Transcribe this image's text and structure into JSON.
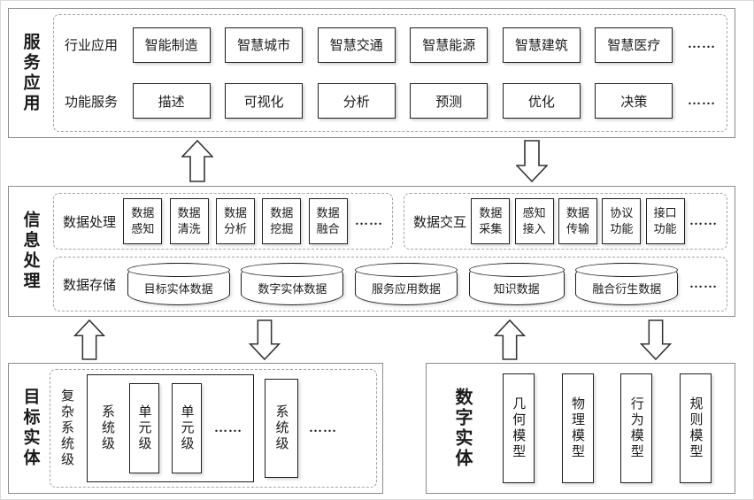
{
  "ellipsis": "……",
  "service": {
    "side_label": "服务应用",
    "industry": {
      "label": "行业应用",
      "items": [
        "智能制造",
        "智慧城市",
        "智慧交通",
        "智慧能源",
        "智慧建筑",
        "智慧医疗"
      ]
    },
    "function": {
      "label": "功能服务",
      "items": [
        "描述",
        "可视化",
        "分析",
        "预测",
        "优化",
        "决策"
      ]
    }
  },
  "info": {
    "side_label": "信息处理",
    "processing": {
      "label": "数据处理",
      "items": [
        "数据感知",
        "数据清洗",
        "数据分析",
        "数据挖掘",
        "数据融合"
      ]
    },
    "interaction": {
      "label": "数据交互",
      "items": [
        "数据采集",
        "感知接入",
        "数据传输",
        "协议功能",
        "接口功能"
      ]
    },
    "storage": {
      "label": "数据存储",
      "items": [
        "目标实体数据",
        "数字实体数据",
        "服务应用数据",
        "知识数据",
        "融合衍生数据"
      ]
    }
  },
  "target": {
    "side_label": "目标实体",
    "complex_label": "复杂系统级",
    "system1_label": "系统级",
    "units": [
      "单元级",
      "单元级"
    ],
    "system2_label": "系统级"
  },
  "digital": {
    "label": "数字实体",
    "models": [
      "几何模型",
      "物理模型",
      "行为模型",
      "规则模型"
    ]
  }
}
